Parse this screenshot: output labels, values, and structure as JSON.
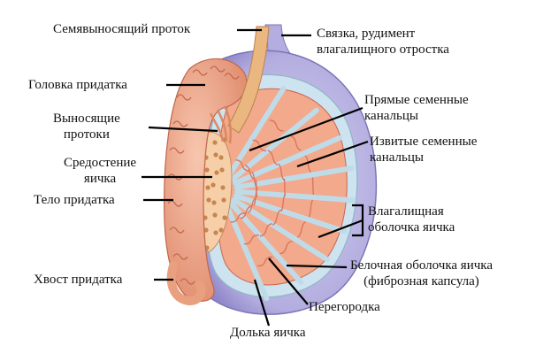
{
  "labels": {
    "vas_deferens": "Семявыносящий проток",
    "ligament": "Связка, рудимент влагалищного отростка",
    "head_epididymis": "Головка придатка",
    "efferent_ducts": "Выносящие протоки",
    "straight_tubules": "Прямые семенные канальцы",
    "convoluted_tubules": "Извитые семенные канальцы",
    "mediastinum": "Средостение яичка",
    "body_epididymis": "Тело придатка",
    "tunica_vaginalis": "Влагалищная оболочка яичка",
    "tunica_albuginea": "Белочная оболочка яичка (фиброзная капсула)",
    "tail_epididymis": "Хвост придатка",
    "septum": "Перегородка",
    "lobule": "Долька яичка"
  },
  "label_lines": {
    "ligament": [
      "Связка, рудимент",
      "влагалищного отростка"
    ],
    "efferent_ducts": [
      "Выносящие",
      "протоки"
    ],
    "straight_tubules": [
      "Прямые семенные",
      "канальцы"
    ],
    "convoluted_tubules": [
      "Извитые семенные",
      "канальцы"
    ],
    "mediastinum": [
      "Средостение",
      "яичка"
    ],
    "tunica_vaginalis": [
      "Влагалищная",
      "оболочка яичка"
    ],
    "tunica_albuginea": [
      "Белочная оболочка яичка",
      "(фиброзная капсула)"
    ]
  },
  "colors": {
    "vaginalis": "#b4aee0",
    "vaginalis_edge": "#7c74b8",
    "albuginea": "#cde3ef",
    "tissue": "#f2a98c",
    "tissue_dark": "#d9735c",
    "septum": "#c0dbe8",
    "epididymis": "#f4b49a",
    "duct": "#e9b77f",
    "leader": "#000000"
  }
}
